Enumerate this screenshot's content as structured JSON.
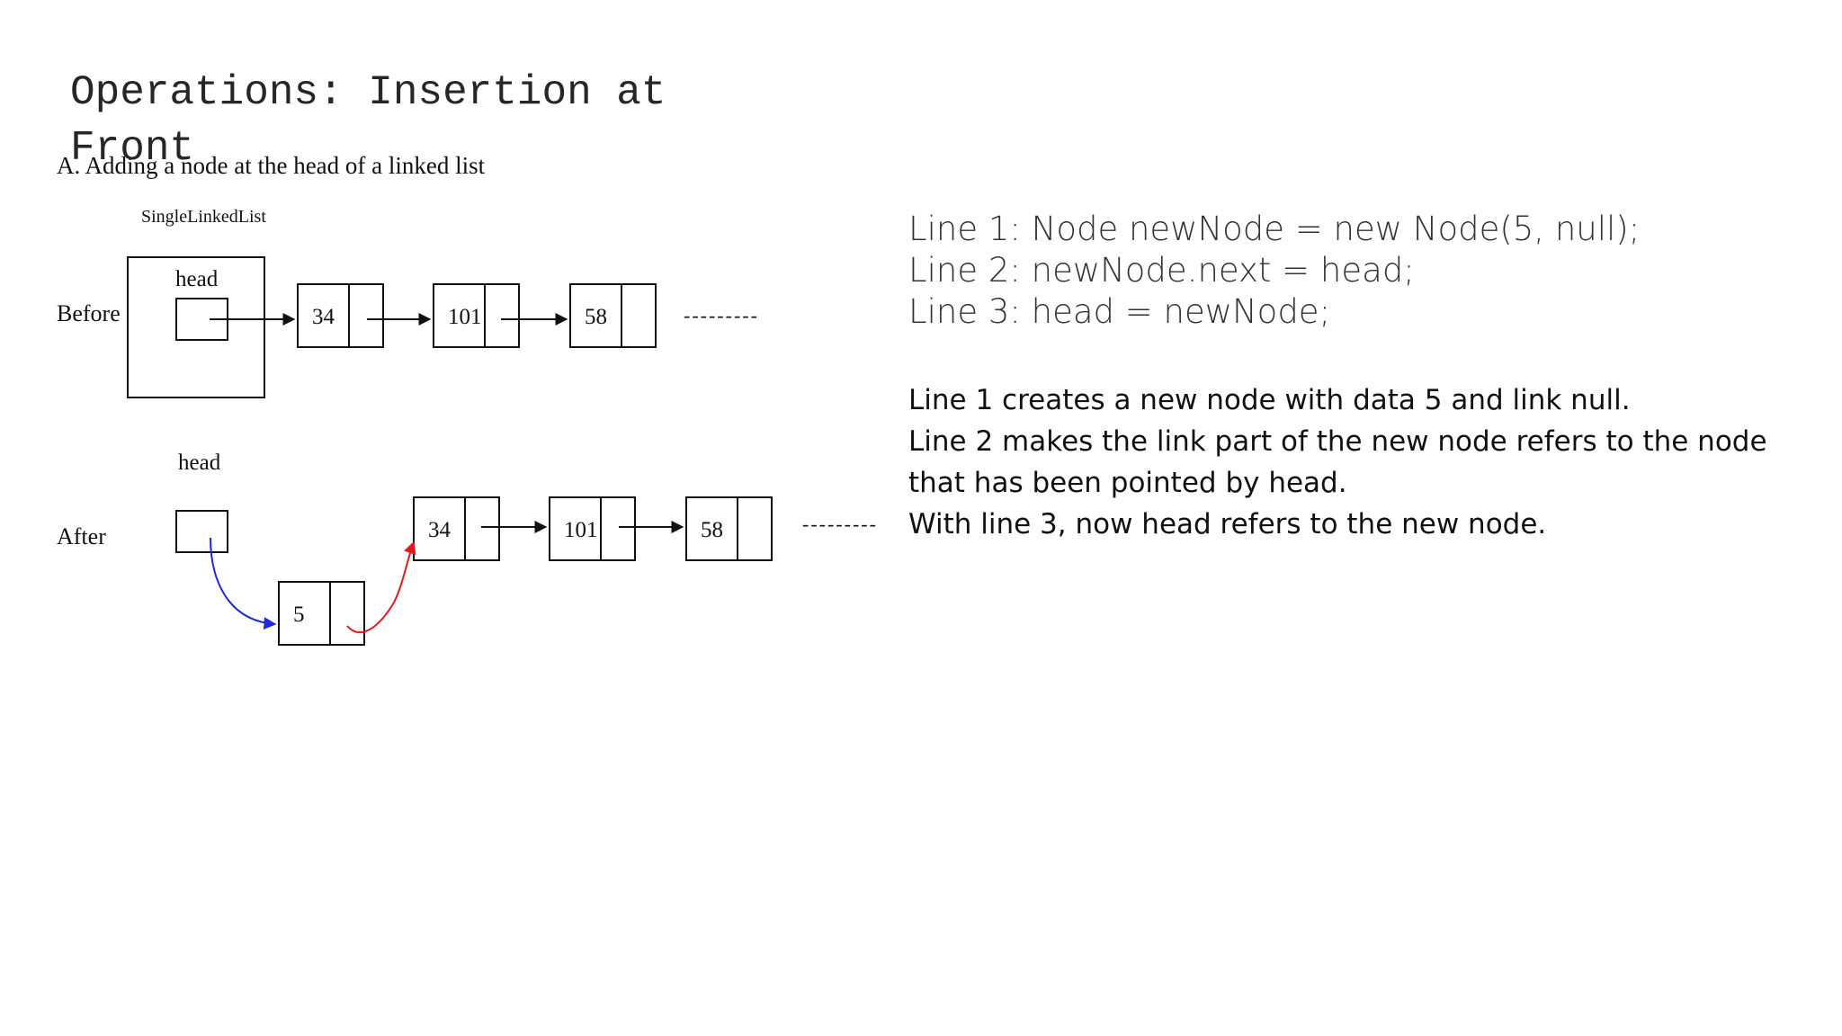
{
  "title": "Operations: Insertion at Front",
  "diagram": {
    "heading": "A.   Adding a node at the head of a linked list",
    "class_label": "SingleLinkedList",
    "before_label": "Before",
    "after_label": "After",
    "head_label": "head",
    "before_nodes": [
      "34",
      "101",
      "58"
    ],
    "after_nodes": [
      "34",
      "101",
      "58"
    ],
    "new_node": "5",
    "continuation": "---------",
    "colors": {
      "new_to_old_arrow": "#e31a1c",
      "head_to_new_arrow": "#1f2bd6"
    }
  },
  "code_lines": [
    "Line 1: Node newNode = new Node(5, null);",
    "Line 2: newNode.next = head;",
    "Line 3: head = newNode;"
  ],
  "explanation_lines": [
    "Line 1 creates a new node with data 5 and link null.",
    "Line 2 makes the link part of the new node refers to the node that has been pointed by head.",
    "With line 3, now head refers to the new node."
  ]
}
